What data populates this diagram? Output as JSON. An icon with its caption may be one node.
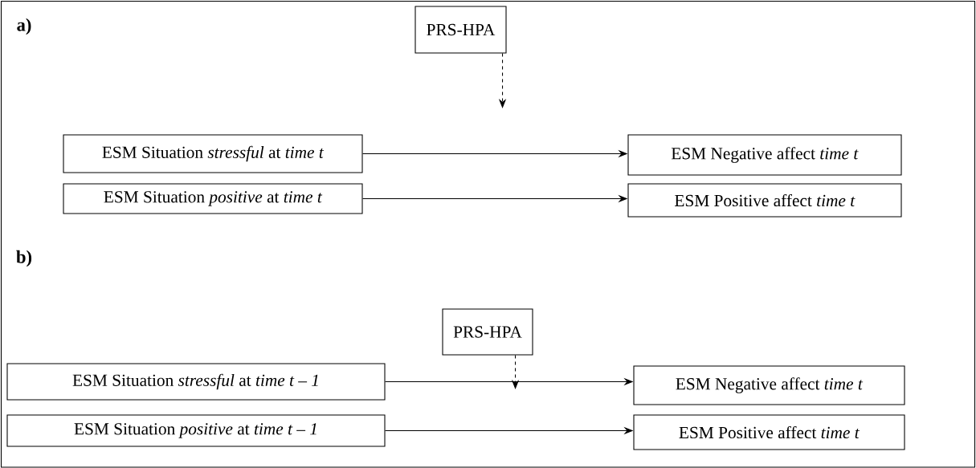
{
  "diagram": {
    "nodes": [
      {
        "text": [
          "PRS-HPA"
        ]
      },
      {
        "text": [
          "ESM Situation *stressful* at *time t*"
        ]
      },
      {
        "text": [
          "ESM Negative affect *time t*"
        ]
      },
      {
        "text": [
          "ESM Situation *positive* at *time t*"
        ]
      },
      {
        "text": [
          "ESM Positive affect *time t*"
        ]
      },
      {
        "text": [
          "PRS-HPA"
        ]
      },
      {
        "text": [
          "ESM Situation *stressful* at *time t – 1*"
        ]
      },
      {
        "text": [
          "ESM Negative affect *time t*"
        ]
      },
      {
        "text": [
          "ESM Situation *positive* at *time t – 1*"
        ]
      },
      {
        "text": [
          "ESM Positive affect *time t*"
        ]
      }
    ],
    "edges": [
      {
        "from": 1,
        "to": 2,
        "arrow": "to"
      },
      {
        "from": 3,
        "to": 4,
        "arrow": "to"
      },
      {
        "from": 0,
        "to": null,
        "arrow": "to",
        "style": "dashed"
      },
      {
        "from": 6,
        "to": 7,
        "arrow": "to"
      },
      {
        "from": 8,
        "to": 9,
        "arrow": "to"
      },
      {
        "from": 5,
        "to": null,
        "arrow": "to",
        "style": "dashed"
      }
    ],
    "labels": [
      "a)",
      "b)"
    ]
  }
}
